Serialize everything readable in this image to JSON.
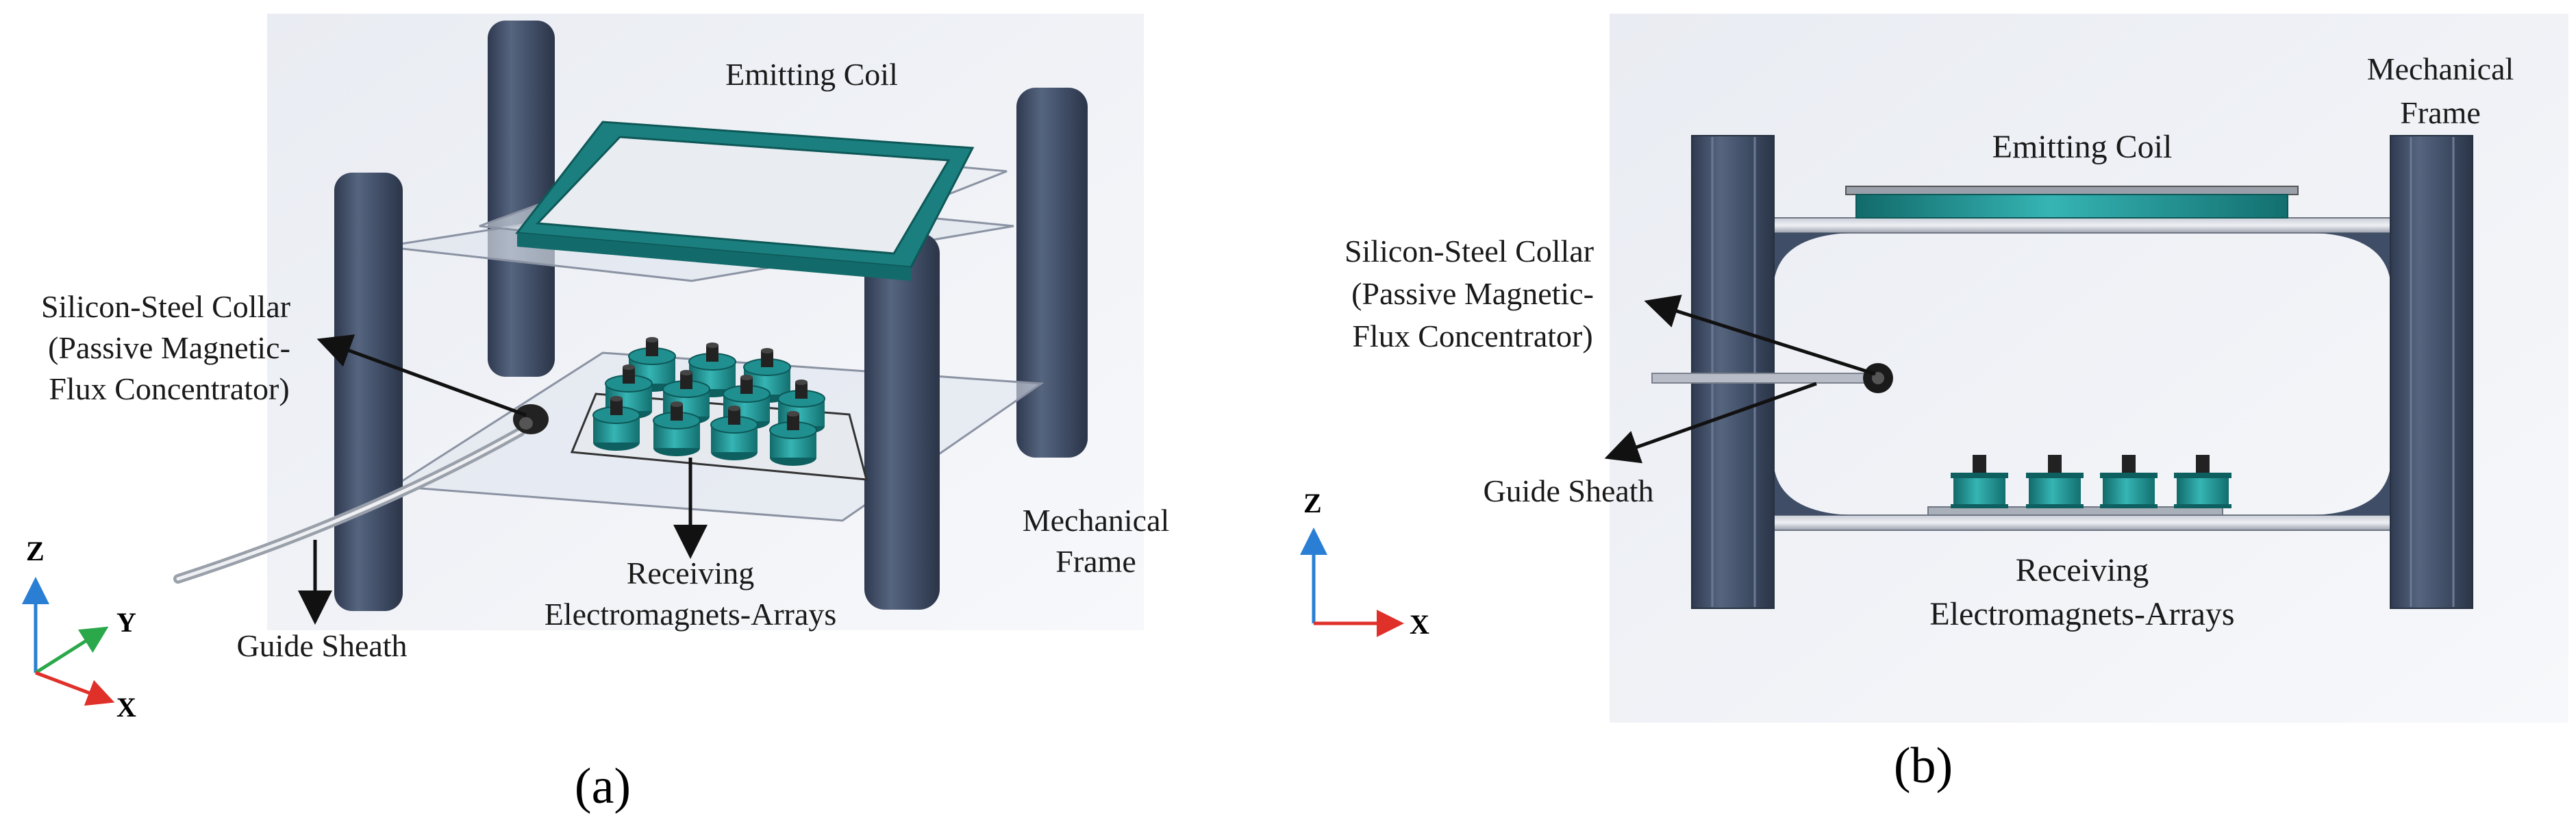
{
  "panel_a": {
    "label": "(a)",
    "emitting_coil": "Emitting Coil",
    "collar_line1": "Silicon-Steel Collar",
    "collar_line2": "(Passive Magnetic-",
    "collar_line3": "Flux Concentrator)",
    "mechanical_frame_line1": "Mechanical",
    "mechanical_frame_line2": "Frame",
    "receiving_line1": "Receiving",
    "receiving_line2": "Electromagnets-Arrays",
    "guide_sheath": "Guide Sheath",
    "axis_z": "Z",
    "axis_y": "Y",
    "axis_x": "X"
  },
  "panel_b": {
    "label": "(b)",
    "emitting_coil": "Emitting Coil",
    "mechanical_frame_line1": "Mechanical",
    "mechanical_frame_line2": "Frame",
    "collar_line1": "Silicon-Steel Collar",
    "collar_line2": "(Passive Magnetic-",
    "collar_line3": "Flux Concentrator)",
    "guide_sheath": "Guide Sheath",
    "receiving_line1": "Receiving",
    "receiving_line2": "Electromagnets-Arrays",
    "axis_z": "Z",
    "axis_x": "X"
  },
  "colors": {
    "pillar": "#3f4d66",
    "pillar_light": "#5a6a86",
    "coil_teal": "#1f8f8f",
    "coil_teal_light": "#3fb8b8",
    "axis_z": "#2a7fd4",
    "axis_y": "#2aa84a",
    "axis_x": "#e0302a"
  },
  "icons": {
    "collar": "black-cylinder-icon",
    "coil": "teal-spool-icon"
  }
}
